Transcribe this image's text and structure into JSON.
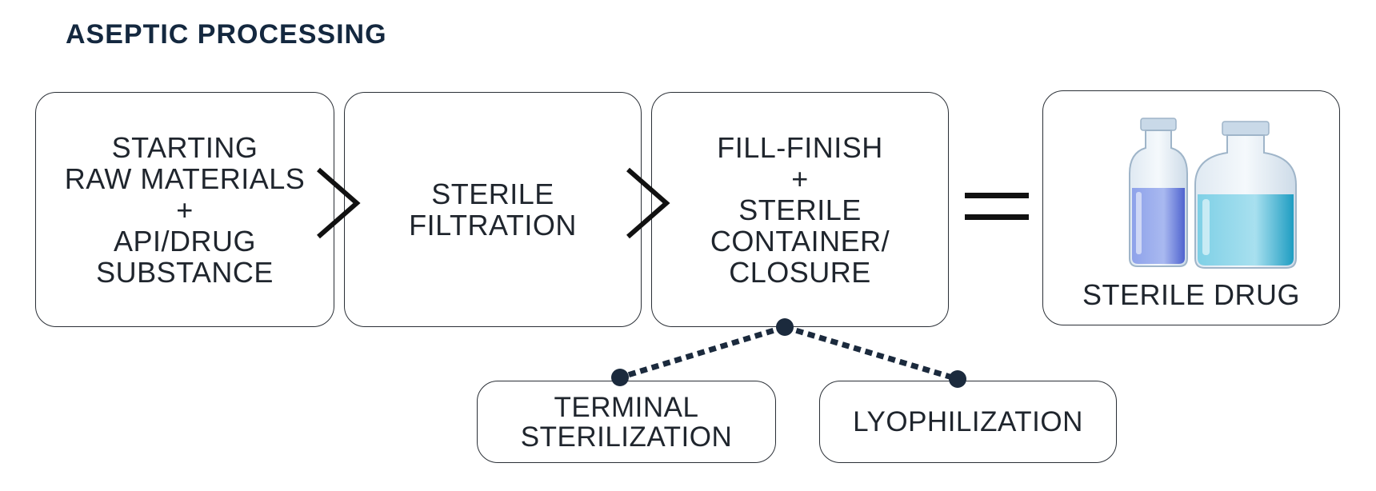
{
  "title": "ASEPTIC PROCESSING",
  "steps": [
    {
      "lines": [
        "STARTING",
        "RAW MATERIALS",
        "+",
        "API/DRUG",
        "SUBSTANCE"
      ]
    },
    {
      "lines": [
        "STERILE",
        "FILTRATION"
      ]
    },
    {
      "lines": [
        "FILL-FINISH",
        "+",
        "STERILE",
        "CONTAINER/",
        "CLOSURE"
      ]
    }
  ],
  "result": {
    "label": "STERILE DRUG",
    "icon": "vials-icon"
  },
  "sub_steps": [
    {
      "lines": [
        "TERMINAL",
        "STERILIZATION"
      ]
    },
    {
      "lines": [
        "LYOPHILIZATION"
      ]
    }
  ],
  "colors": {
    "title": "#14283f",
    "connector": "#1b2a3d",
    "vial_blue": "#5b6fd6",
    "vial_teal": "#2aa6c8"
  }
}
